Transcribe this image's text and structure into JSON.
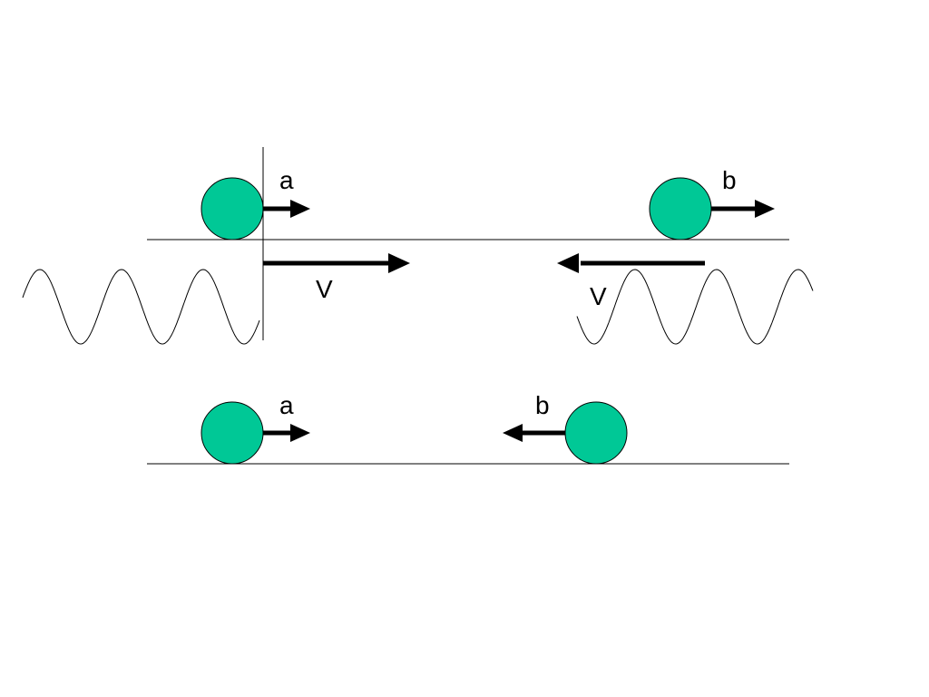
{
  "labels": {
    "top_ball_a": "a",
    "top_ball_b": "b",
    "velocity_left": "V",
    "velocity_right": "V",
    "bottom_ball_a": "a",
    "bottom_ball_b": "b"
  },
  "colors": {
    "ball_fill": "#00C896",
    "ink": "#000000",
    "background": "#ffffff"
  }
}
